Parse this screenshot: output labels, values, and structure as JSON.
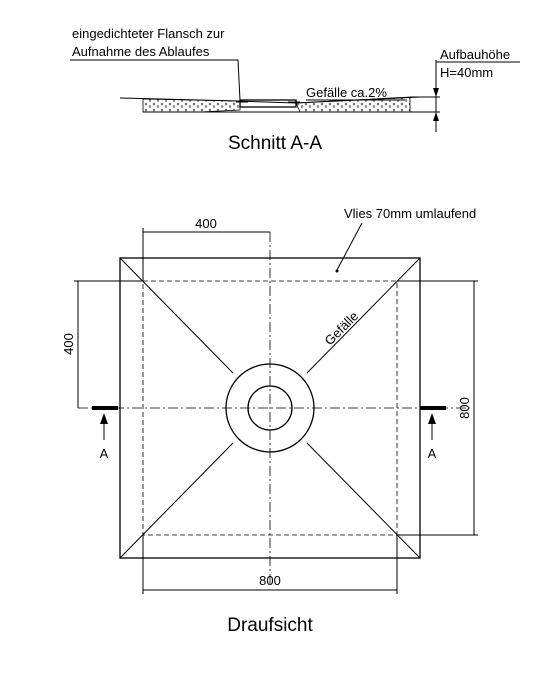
{
  "section": {
    "title": "Schnitt A-A",
    "flange_note_line1": "eingedichteter Flansch zur",
    "flange_note_line2": "Aufnahme des Ablaufes",
    "height_label": "Aufbauhöhe",
    "height_value": "H=40mm",
    "slope_label": "Gefälle ca.2%"
  },
  "plan": {
    "title": "Draufsicht",
    "fleece_note": "Vlies 70mm umlaufend",
    "slope_label": "Gefälle",
    "dim_top": "400",
    "dim_left": "400",
    "dim_right": "800",
    "dim_bottom": "800",
    "cut_mark_left": "A",
    "cut_mark_right": "A"
  }
}
